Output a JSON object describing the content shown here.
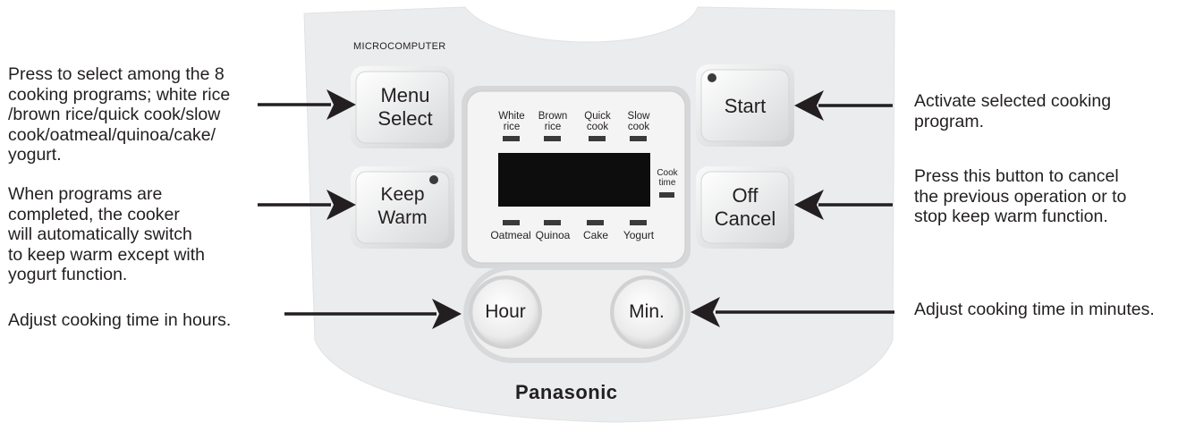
{
  "panel": {
    "header_label": "MICROCOMPUTER",
    "brand": "Panasonic",
    "buttons": {
      "menu_select": "Menu\nSelect",
      "keep_warm": "Keep\nWarm",
      "start": "Start",
      "off_cancel": "Off\nCancel",
      "hour": "Hour",
      "min": "Min."
    },
    "display": {
      "top_indicators": [
        "White\nrice",
        "Brown\nrice",
        "Quick\ncook",
        "Slow\ncook"
      ],
      "bottom_indicators": [
        "Oatmeal",
        "Quinoa",
        "Cake",
        "Yogurt"
      ],
      "cook_time": "Cook\ntime"
    }
  },
  "annotations": {
    "menu_select": "Press to select among the 8\ncooking programs; white rice\n/brown rice/quick cook/slow\ncook/oatmeal/quinoa/cake/\nyogurt.",
    "keep_warm": "When programs  are\ncompleted, the  cooker\nwill automatically switch\nto keep warm except with\nyogurt function.",
    "hour": "Adjust cooking time in hours.",
    "start": "Activate selected cooking\nprogram.",
    "off_cancel": "Press this button to cancel\nthe previous operation or to\nstop keep warm function.",
    "min": "Adjust cooking time in minutes."
  },
  "colors": {
    "panel_fill": "#ebeced",
    "text": "#231f20",
    "display_black": "#0d0d0d",
    "indicator_lamp": "#3a3a3a"
  }
}
